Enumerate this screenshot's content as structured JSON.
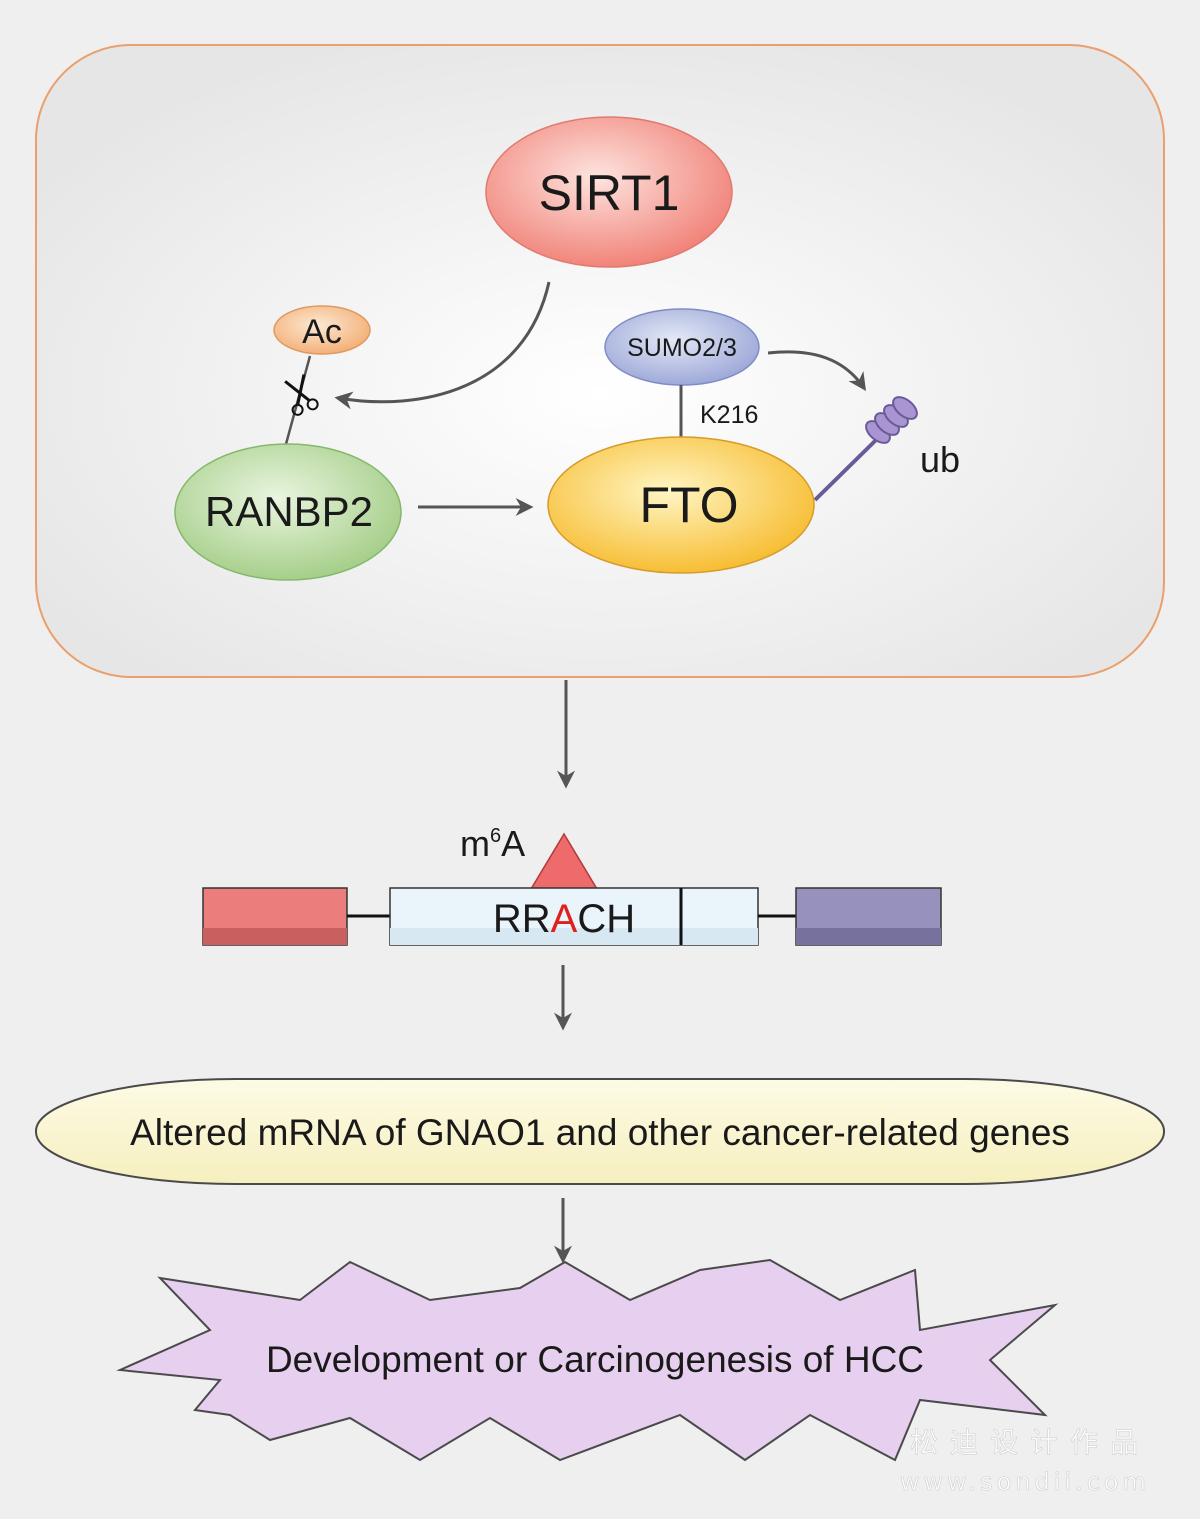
{
  "nodes": {
    "sirt1": "SIRT1",
    "ac": "Ac",
    "sumo": "SUMO2/3",
    "k216": "K216",
    "ub": "ub",
    "ranbp2": "RANBP2",
    "fto": "FTO"
  },
  "mrna": {
    "m6a_base": "m",
    "m6a_sup": "6",
    "m6a_tail": "A",
    "motif_pre": "RR",
    "motif_mid": "A",
    "motif_post": "CH"
  },
  "outcome": "Altered mRNA of GNAO1 and other cancer-related genes",
  "result": "Development or Carcinogenesis of HCC",
  "watermark": {
    "line1": "松迪设计作品",
    "line2": "www.sondii.com"
  },
  "colors": {
    "motif_highlight": "#e0201c",
    "arrow": "#555555"
  }
}
